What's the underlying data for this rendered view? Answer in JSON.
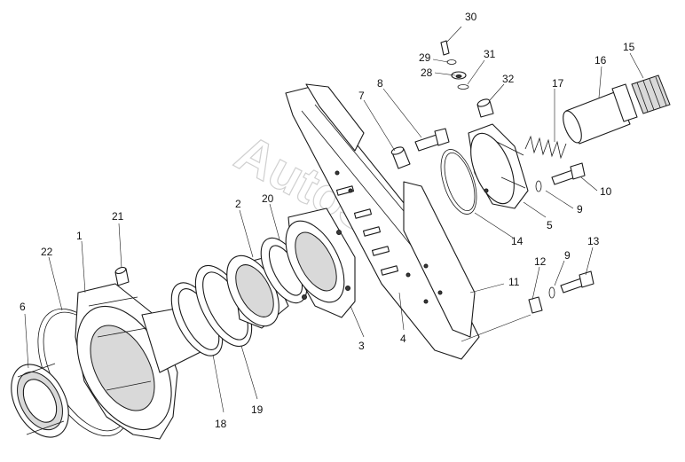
{
  "watermark": "AutoSoft",
  "callouts": {
    "c1": "1",
    "c2": "2",
    "c3": "3",
    "c4": "4",
    "c5": "5",
    "c6": "6",
    "c7": "7",
    "c8": "8",
    "c9a": "9",
    "c9b": "9",
    "c10": "10",
    "c11": "11",
    "c12": "12",
    "c13": "13",
    "c14": "14",
    "c15": "15",
    "c16": "16",
    "c17": "17",
    "c18": "18",
    "c19": "19",
    "c20": "20",
    "c21": "21",
    "c22": "22",
    "c28": "28",
    "c29": "29",
    "c30": "30",
    "c31": "31",
    "c32": "32"
  },
  "colors": {
    "line": "#1a1a1a",
    "watermark": "#c8c8c8",
    "background": "#ffffff"
  }
}
